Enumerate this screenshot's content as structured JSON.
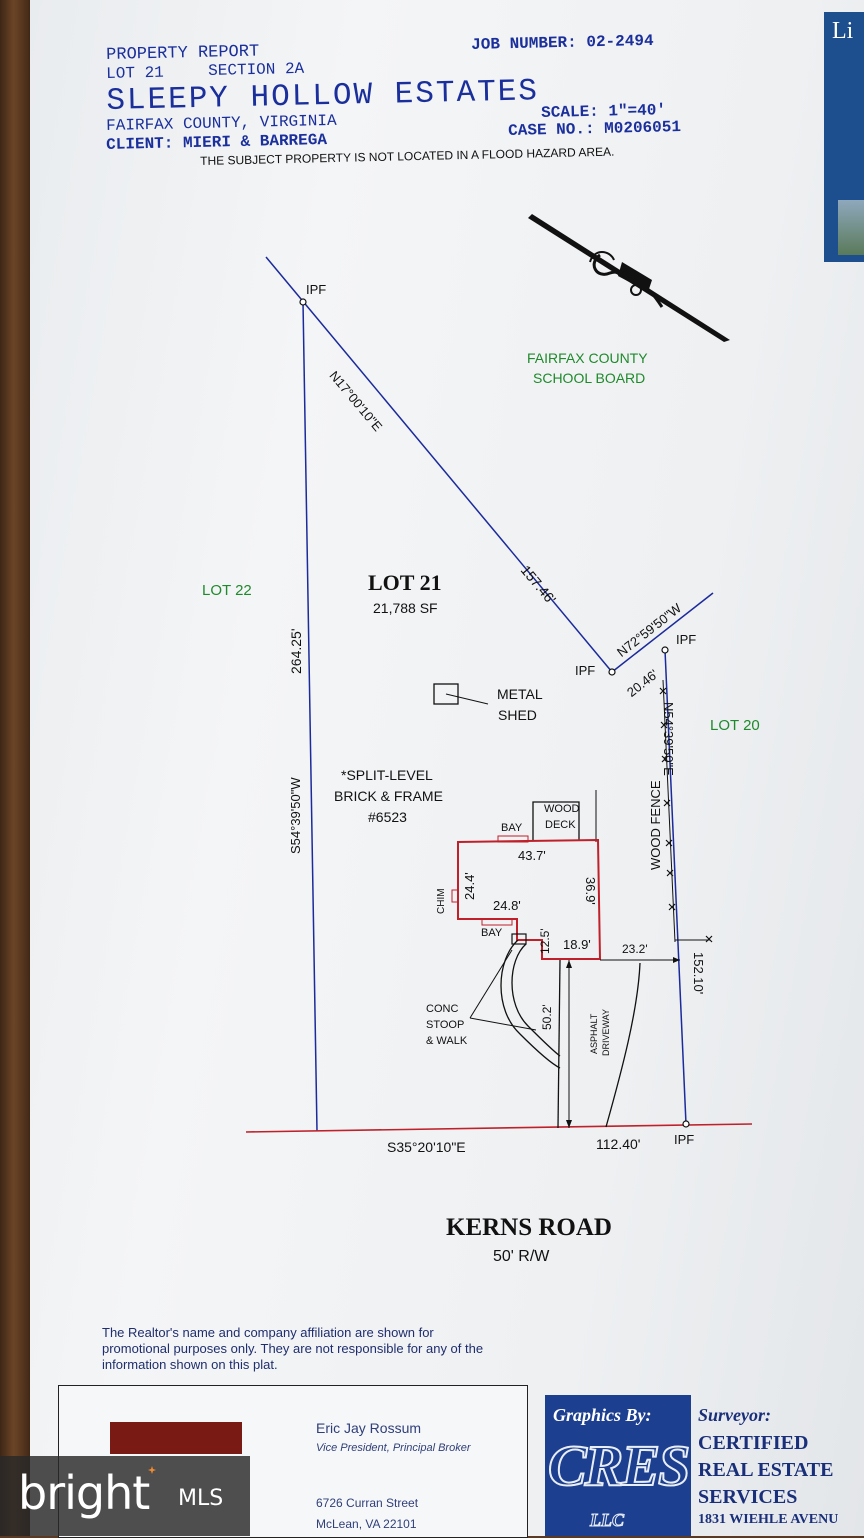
{
  "header": {
    "report_type": "PROPERTY REPORT",
    "job_number": "JOB NUMBER: 02-2494",
    "lot": "LOT 21",
    "section": "SECTION 2A",
    "subdivision": "SLEEPY HOLLOW ESTATES",
    "scale": "SCALE: 1\"=40'",
    "county": "FAIRFAX COUNTY, VIRGINIA",
    "case_no": "CASE NO.: M0206051",
    "client": "CLIENT: MIERI & BARREGA",
    "flood_note": "THE SUBJECT PROPERTY IS NOT LOCATED IN A FLOOD HAZARD AREA."
  },
  "plat": {
    "lot_label": "LOT 21",
    "lot_area": "21,788 SF",
    "neighbor_west": "LOT 22",
    "neighbor_east": "LOT 20",
    "neighbor_north_1": "FAIRFAX COUNTY",
    "neighbor_north_2": "SCHOOL BOARD",
    "bearing_ne": "N17°00'10\"E",
    "dist_ne": "157.46'",
    "bearing_top_right": "N72°59'50\"W",
    "dist_top_right": "20.46'",
    "bearing_east": "N54°39'50\"E",
    "dist_east": "152.10'",
    "bearing_west": "S54°39'50\"W",
    "dist_west": "264.25'",
    "bearing_south": "S35°20'10\"E",
    "dist_south": "112.40'",
    "ipf": "IPF",
    "shed_1": "METAL",
    "shed_2": "SHED",
    "house_1": "*SPLIT-LEVEL",
    "house_2": "BRICK & FRAME",
    "house_3": "#6523",
    "deck_1": "WOOD",
    "deck_2": "DECK",
    "bay": "BAY",
    "chim": "CHIM",
    "dim_top": "43.7'",
    "dim_left": "24.4'",
    "dim_mid": "24.8'",
    "dim_right": "36.9'",
    "dim_step_v": "12.5'",
    "dim_step_h": "18.9'",
    "dim_side_setback": "23.2'",
    "dim_front_setback": "50.2'",
    "wood_fence": "WOOD FENCE",
    "stoop_1": "CONC",
    "stoop_2": "STOOP",
    "stoop_3": "& WALK",
    "driveway_1": "ASPHALT",
    "driveway_2": "DRIVEWAY",
    "road": "KERNS ROAD",
    "road_rw": "50' R/W"
  },
  "disclaimer": "The Realtor's name and company affiliation are shown for promotional purposes only. They are not responsible for any of the information shown on this plat.",
  "realtor": {
    "name": "Eric Jay Rossum",
    "title": "Vice President, Principal Broker",
    "address_1": "6726 Curran Street",
    "address_2": "McLean, VA 22101"
  },
  "graphics": {
    "label": "Graphics By:",
    "logo": "CRES",
    "llc": "LLC"
  },
  "surveyor": {
    "label": "Surveyor:",
    "line_1": "CERTIFIED",
    "line_2": "REAL ESTATE",
    "line_3": "SERVICES",
    "line_4": "1831 WIEHLE AVENU"
  },
  "side_card": {
    "text": "Li"
  },
  "watermark": {
    "brand": "bright",
    "suffix": "MLS"
  },
  "colors": {
    "header_blue": "#1a2f9c",
    "plat_line": "#1b2a9c",
    "property_red": "#c0202a",
    "neighbor_green": "#1f8a2c"
  }
}
